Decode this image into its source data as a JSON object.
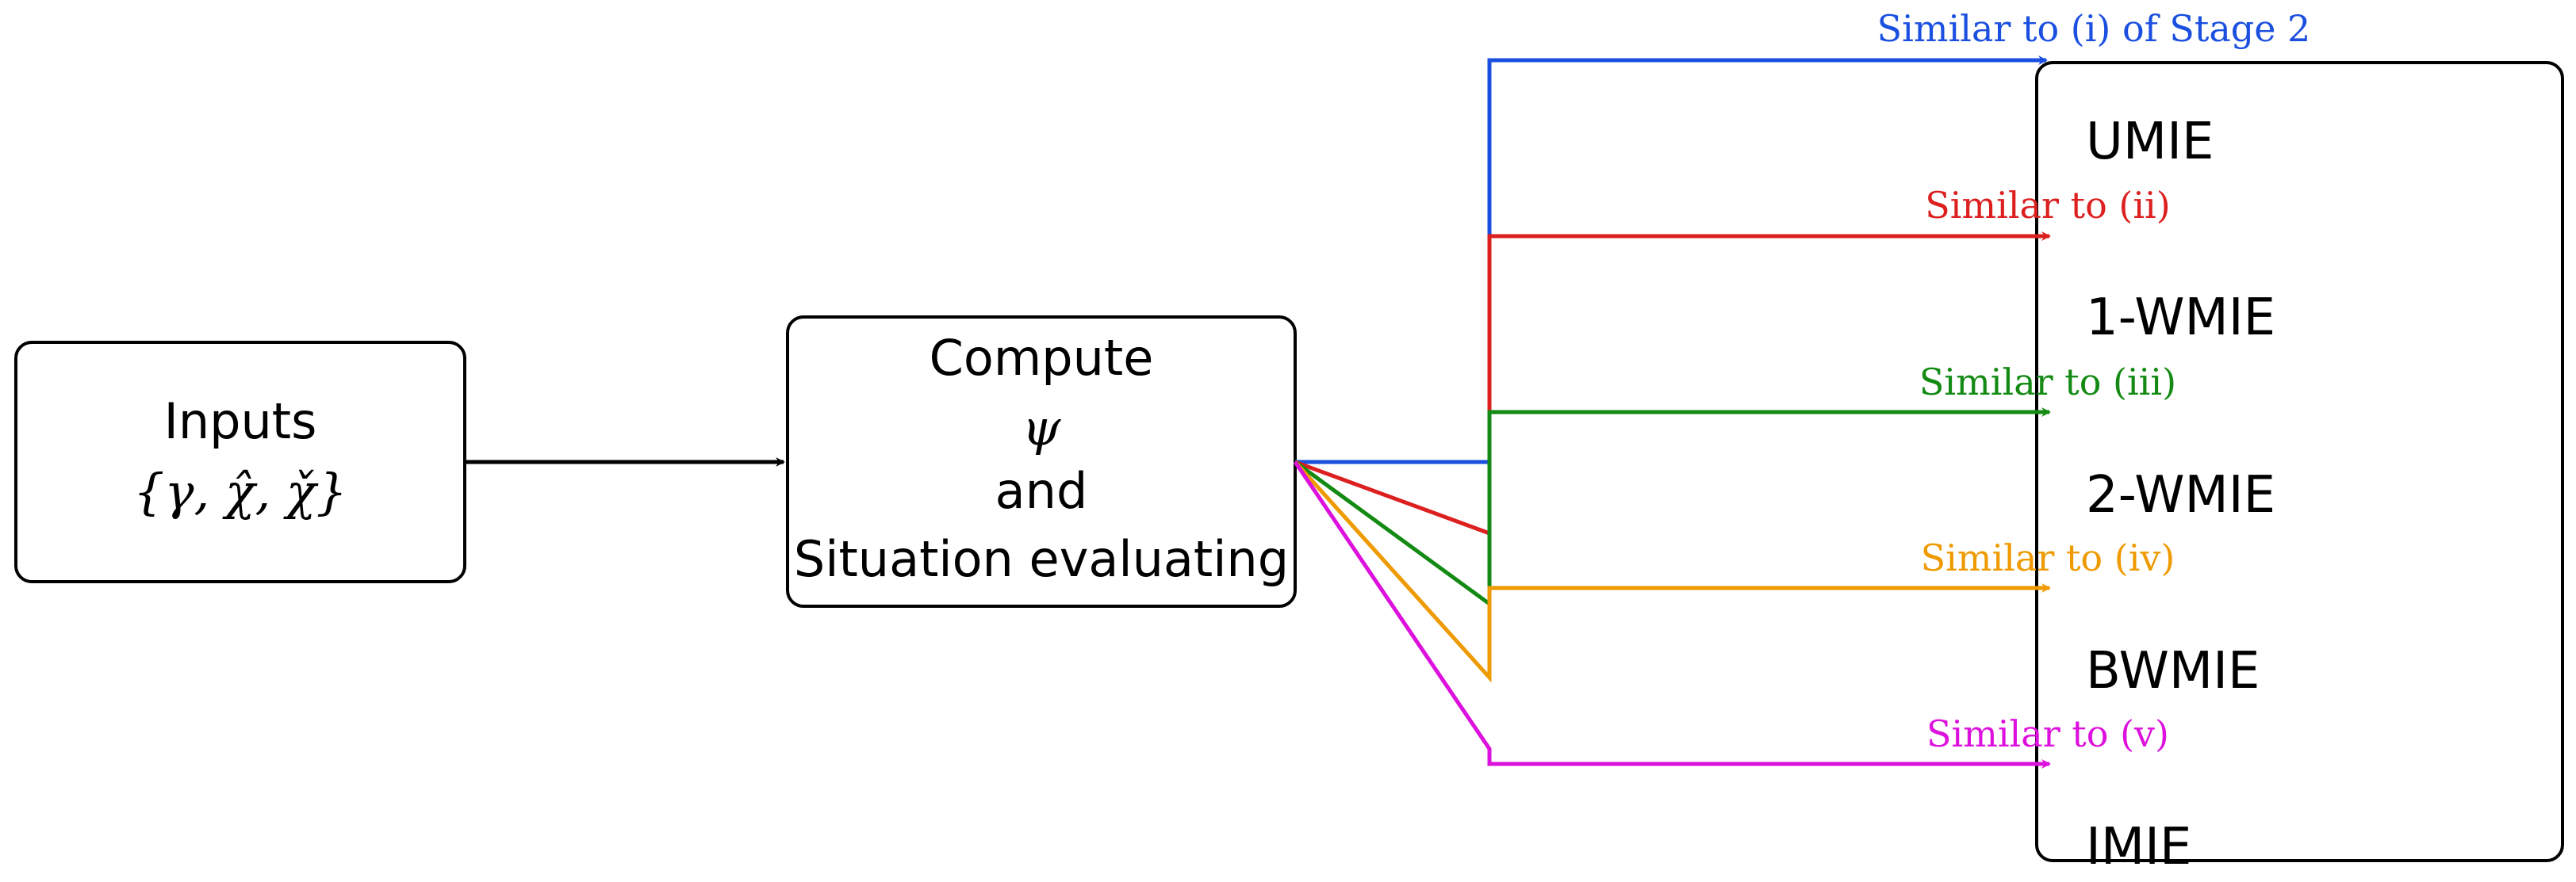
{
  "inputs_box": {
    "title": "Inputs",
    "formula": "{γ, χ̂, χ̌}"
  },
  "compute_box": {
    "line1": "Compute",
    "line2": "ψ",
    "line3": "and",
    "line4": "Situation evaluating"
  },
  "outputs_box": {
    "items": [
      "UMIE",
      "1-WMIE",
      "2-WMIE",
      "BWMIE",
      "IMIE"
    ]
  },
  "arrows": [
    {
      "label": "Similar to (i) of Stage 2",
      "color": "#1a4fe0"
    },
    {
      "label": "Similar to (ii)",
      "color": "#dc1f1f"
    },
    {
      "label": "Similar to (iii)",
      "color": "#138a13"
    },
    {
      "label": "Similar to (iv)",
      "color": "#ee9a00"
    },
    {
      "label": "Similar to (v)",
      "color": "#dd11dd"
    }
  ]
}
